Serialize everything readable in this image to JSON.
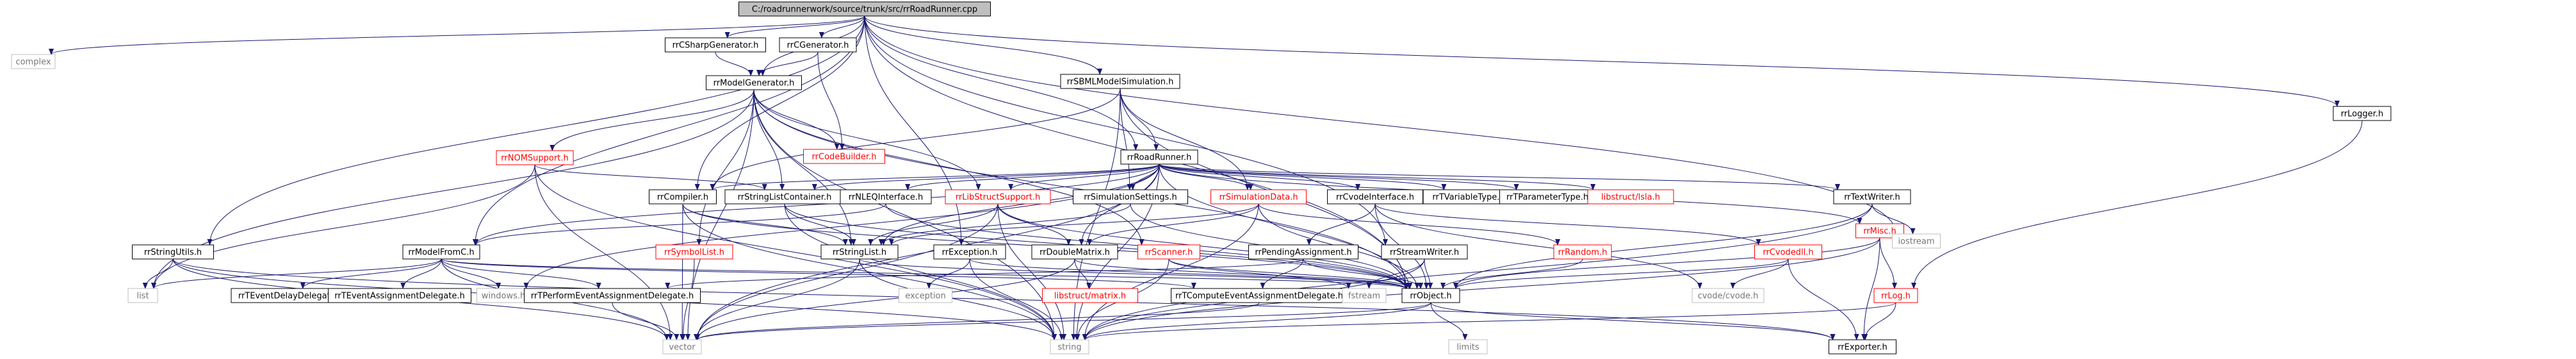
{
  "colors": {
    "background": "#ffffff",
    "edge": "#191970",
    "node_border": "#000000",
    "root_fill": "#bfbfbf",
    "normal_fill": "#ffffff",
    "system_border": "#bfbfbf",
    "system_text": "#777777",
    "missing_border": "#ff0000",
    "missing_text": "#ff0000",
    "text": "#000000"
  },
  "graph": {
    "nodes": [
      {
        "id": "root",
        "label": "C:/roadrunnerwork/source/trunk/src/rrRoadRunner.cpp",
        "kind": "root"
      },
      {
        "id": "complex",
        "label": "complex",
        "kind": "system"
      },
      {
        "id": "CSharpGen",
        "label": "rrCSharpGenerator.h",
        "kind": "normal"
      },
      {
        "id": "CGen",
        "label": "rrCGenerator.h",
        "kind": "normal"
      },
      {
        "id": "ModelGen",
        "label": "rrModelGenerator.h",
        "kind": "normal"
      },
      {
        "id": "SBMLSim",
        "label": "rrSBMLModelSimulation.h",
        "kind": "normal"
      },
      {
        "id": "Logger",
        "label": "rrLogger.h",
        "kind": "normal"
      },
      {
        "id": "NOMSupport",
        "label": "rrNOMSupport.h",
        "kind": "missing"
      },
      {
        "id": "CodeBuilder",
        "label": "rrCodeBuilder.h",
        "kind": "missing"
      },
      {
        "id": "RoadRunnerH",
        "label": "rrRoadRunner.h",
        "kind": "normal"
      },
      {
        "id": "Compiler",
        "label": "rrCompiler.h",
        "kind": "normal"
      },
      {
        "id": "StringListContainer",
        "label": "rrStringListContainer.h",
        "kind": "normal"
      },
      {
        "id": "NLEQ",
        "label": "rrNLEQInterface.h",
        "kind": "normal"
      },
      {
        "id": "LibStruct",
        "label": "rrLibStructSupport.h",
        "kind": "missing"
      },
      {
        "id": "SimSettings",
        "label": "rrSimulationSettings.h",
        "kind": "normal"
      },
      {
        "id": "SimData",
        "label": "rrSimulationData.h",
        "kind": "missing"
      },
      {
        "id": "CvodeIface",
        "label": "rrCvodeInterface.h",
        "kind": "normal"
      },
      {
        "id": "TVariable",
        "label": "rrTVariableType.h",
        "kind": "normal"
      },
      {
        "id": "TParameter",
        "label": "rrTParameterType.h",
        "kind": "normal"
      },
      {
        "id": "libstruct",
        "label": "libstruct/lsla.h",
        "kind": "missing"
      },
      {
        "id": "TextWriter",
        "label": "rrTextWriter.h",
        "kind": "normal"
      },
      {
        "id": "Misc",
        "label": "rrMisc.h",
        "kind": "missing"
      },
      {
        "id": "iostream",
        "label": "iostream",
        "kind": "system"
      },
      {
        "id": "StringUtils",
        "label": "rrStringUtils.h",
        "kind": "normal"
      },
      {
        "id": "ModelFromC",
        "label": "rrModelFromC.h",
        "kind": "normal"
      },
      {
        "id": "SymbolList",
        "label": "rrSymbolList.h",
        "kind": "missing"
      },
      {
        "id": "StringList",
        "label": "rrStringList.h",
        "kind": "normal"
      },
      {
        "id": "Exception",
        "label": "rrException.h",
        "kind": "normal"
      },
      {
        "id": "DoubleMatrix",
        "label": "rrDoubleMatrix.h",
        "kind": "normal"
      },
      {
        "id": "Scanner",
        "label": "rrScanner.h",
        "kind": "missing"
      },
      {
        "id": "PendingAssign",
        "label": "rrPendingAssignment.h",
        "kind": "normal"
      },
      {
        "id": "StreamWriter",
        "label": "rrStreamWriter.h",
        "kind": "normal"
      },
      {
        "id": "Random",
        "label": "rrRandom.h",
        "kind": "missing"
      },
      {
        "id": "CvodeDll",
        "label": "rrCvodedll.h",
        "kind": "missing"
      },
      {
        "id": "list",
        "label": "list",
        "kind": "system"
      },
      {
        "id": "TEventDelay",
        "label": "rrTEventDelayDelegate.h",
        "kind": "normal"
      },
      {
        "id": "TEventAssign",
        "label": "rrTEventAssignmentDelegate.h",
        "kind": "normal"
      },
      {
        "id": "windows",
        "label": "windows.h",
        "kind": "system"
      },
      {
        "id": "TPerformEvent",
        "label": "rrTPerformEventAssignmentDelegate.h",
        "kind": "normal"
      },
      {
        "id": "exception",
        "label": "exception",
        "kind": "system"
      },
      {
        "id": "libstructmatrix",
        "label": "libstruct/matrix.h",
        "kind": "missing"
      },
      {
        "id": "TComputeEvent",
        "label": "rrTComputeEventAssignmentDelegate.h",
        "kind": "normal"
      },
      {
        "id": "fstream",
        "label": "fstream",
        "kind": "system"
      },
      {
        "id": "Object",
        "label": "rrObject.h",
        "kind": "normal"
      },
      {
        "id": "cvode",
        "label": "cvode/cvode.h",
        "kind": "system"
      },
      {
        "id": "Log",
        "label": "rrLog.h",
        "kind": "missing"
      },
      {
        "id": "vector",
        "label": "vector",
        "kind": "system"
      },
      {
        "id": "string",
        "label": "string",
        "kind": "system"
      },
      {
        "id": "limits",
        "label": "limits",
        "kind": "system"
      },
      {
        "id": "Exporter",
        "label": "rrExporter.h",
        "kind": "normal"
      }
    ],
    "edges": [
      [
        "root",
        "complex"
      ],
      [
        "root",
        "CSharpGen"
      ],
      [
        "root",
        "CGen"
      ],
      [
        "root",
        "ModelGen"
      ],
      [
        "root",
        "SBMLSim"
      ],
      [
        "root",
        "Logger"
      ],
      [
        "root",
        "RoadRunnerH"
      ],
      [
        "root",
        "StringUtils"
      ],
      [
        "root",
        "ModelFromC"
      ],
      [
        "root",
        "Compiler"
      ],
      [
        "root",
        "Exception"
      ],
      [
        "root",
        "StreamWriter"
      ],
      [
        "root",
        "iostream"
      ],
      [
        "root",
        "Object"
      ],
      [
        "CSharpGen",
        "ModelGen"
      ],
      [
        "CGen",
        "ModelGen"
      ],
      [
        "CGen",
        "CodeBuilder"
      ],
      [
        "ModelGen",
        "NOMSupport"
      ],
      [
        "ModelGen",
        "CodeBuilder"
      ],
      [
        "ModelGen",
        "LibStruct"
      ],
      [
        "ModelGen",
        "Scanner"
      ],
      [
        "ModelGen",
        "SymbolList"
      ],
      [
        "ModelGen",
        "StringList"
      ],
      [
        "ModelGen",
        "list"
      ],
      [
        "ModelGen",
        "vector"
      ],
      [
        "ModelGen",
        "string"
      ],
      [
        "ModelGen",
        "Object"
      ],
      [
        "ModelGen",
        "StringListContainer"
      ],
      [
        "NOMSupport",
        "list"
      ],
      [
        "NOMSupport",
        "vector"
      ],
      [
        "NOMSupport",
        "string"
      ],
      [
        "NOMSupport",
        "StringListContainer"
      ],
      [
        "SBMLSim",
        "RoadRunnerH"
      ],
      [
        "SBMLSim",
        "SimSettings"
      ],
      [
        "SBMLSim",
        "SimData"
      ],
      [
        "SBMLSim",
        "Object"
      ],
      [
        "SBMLSim",
        "string"
      ],
      [
        "SBMLSim",
        "Compiler"
      ],
      [
        "RoadRunnerH",
        "Compiler"
      ],
      [
        "RoadRunnerH",
        "StringListContainer"
      ],
      [
        "RoadRunnerH",
        "NLEQ"
      ],
      [
        "RoadRunnerH",
        "LibStruct"
      ],
      [
        "RoadRunnerH",
        "SimSettings"
      ],
      [
        "RoadRunnerH",
        "SimData"
      ],
      [
        "RoadRunnerH",
        "CvodeIface"
      ],
      [
        "RoadRunnerH",
        "TVariable"
      ],
      [
        "RoadRunnerH",
        "TParameter"
      ],
      [
        "RoadRunnerH",
        "libstruct"
      ],
      [
        "RoadRunnerH",
        "TextWriter"
      ],
      [
        "RoadRunnerH",
        "Misc"
      ],
      [
        "RoadRunnerH",
        "ModelFromC"
      ],
      [
        "RoadRunnerH",
        "StringList"
      ],
      [
        "RoadRunnerH",
        "DoubleMatrix"
      ],
      [
        "RoadRunnerH",
        "Object"
      ],
      [
        "RoadRunnerH",
        "string"
      ],
      [
        "RoadRunnerH",
        "vector"
      ],
      [
        "RoadRunnerH",
        "windows"
      ],
      [
        "Compiler",
        "StringList"
      ],
      [
        "Compiler",
        "Object"
      ],
      [
        "Compiler",
        "vector"
      ],
      [
        "Compiler",
        "string"
      ],
      [
        "StringListContainer",
        "StringList"
      ],
      [
        "StringListContainer",
        "Object"
      ],
      [
        "StringListContainer",
        "string"
      ],
      [
        "NLEQ",
        "ModelFromC"
      ],
      [
        "NLEQ",
        "Object"
      ],
      [
        "LibStruct",
        "StringList"
      ],
      [
        "LibStruct",
        "DoubleMatrix"
      ],
      [
        "LibStruct",
        "Object"
      ],
      [
        "LibStruct",
        "string"
      ],
      [
        "LibStruct",
        "vector"
      ],
      [
        "SimSettings",
        "StringList"
      ],
      [
        "SimSettings",
        "Object"
      ],
      [
        "SimData",
        "StringList"
      ],
      [
        "SimData",
        "DoubleMatrix"
      ],
      [
        "SimData",
        "Object"
      ],
      [
        "SimData",
        "Random"
      ],
      [
        "SimData",
        "string"
      ],
      [
        "CvodeIface",
        "PendingAssign"
      ],
      [
        "CvodeIface",
        "CvodeDll"
      ],
      [
        "CvodeIface",
        "Object"
      ],
      [
        "CvodeIface",
        "cvode"
      ],
      [
        "TextWriter",
        "Object"
      ],
      [
        "TextWriter",
        "string"
      ],
      [
        "TextWriter",
        "iostream"
      ],
      [
        "Misc",
        "Object"
      ],
      [
        "Misc",
        "string"
      ],
      [
        "Misc",
        "Log"
      ],
      [
        "Misc",
        "Exporter"
      ],
      [
        "Logger",
        "Log"
      ],
      [
        "StringUtils",
        "list"
      ],
      [
        "StringUtils",
        "vector"
      ],
      [
        "StringUtils",
        "string"
      ],
      [
        "StringUtils",
        "Exporter"
      ],
      [
        "ModelFromC",
        "TEventDelay"
      ],
      [
        "ModelFromC",
        "TEventAssign"
      ],
      [
        "ModelFromC",
        "TPerformEvent"
      ],
      [
        "ModelFromC",
        "TComputeEvent"
      ],
      [
        "ModelFromC",
        "Object"
      ],
      [
        "ModelFromC",
        "windows"
      ],
      [
        "ModelFromC",
        "vector"
      ],
      [
        "ModelFromC",
        "list"
      ],
      [
        "SymbolList",
        "vector"
      ],
      [
        "StringList",
        "vector"
      ],
      [
        "StringList",
        "string"
      ],
      [
        "StringList",
        "Object"
      ],
      [
        "Exception",
        "exception"
      ],
      [
        "Exception",
        "string"
      ],
      [
        "Exception",
        "Object"
      ],
      [
        "DoubleMatrix",
        "libstructmatrix"
      ],
      [
        "DoubleMatrix",
        "Object"
      ],
      [
        "DoubleMatrix",
        "vector"
      ],
      [
        "Scanner",
        "fstream"
      ],
      [
        "Scanner",
        "string"
      ],
      [
        "Scanner",
        "Object"
      ],
      [
        "PendingAssign",
        "TPerformEvent"
      ],
      [
        "PendingAssign",
        "TComputeEvent"
      ],
      [
        "PendingAssign",
        "Object"
      ],
      [
        "StreamWriter",
        "fstream"
      ],
      [
        "StreamWriter",
        "Object"
      ],
      [
        "StreamWriter",
        "string"
      ],
      [
        "Random",
        "Object"
      ],
      [
        "CvodeDll",
        "Object"
      ],
      [
        "CvodeDll",
        "cvode"
      ],
      [
        "CvodeDll",
        "Exporter"
      ],
      [
        "TPerformEvent",
        "vector"
      ],
      [
        "TComputeEvent",
        "vector"
      ],
      [
        "Object",
        "limits"
      ],
      [
        "Object",
        "Exporter"
      ],
      [
        "Object",
        "string"
      ],
      [
        "Object",
        "vector"
      ],
      [
        "Log",
        "Exporter"
      ],
      [
        "Log",
        "string"
      ]
    ]
  }
}
